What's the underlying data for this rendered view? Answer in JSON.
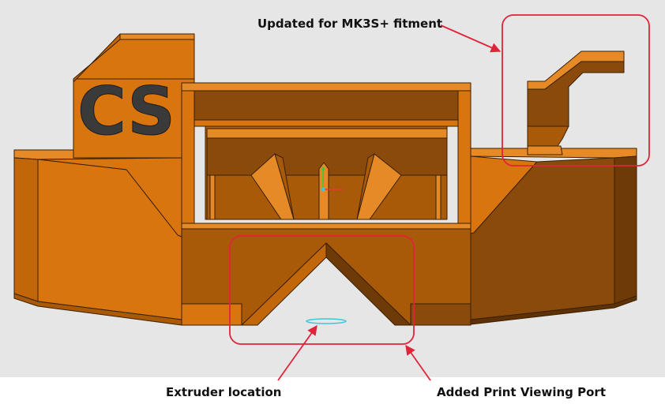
{
  "background_color": "#e6e6e6",
  "part": {
    "emboss_text": "CS",
    "colors": {
      "orange": "#d9750f",
      "orange_light": "#e58a26",
      "orange_dark": "#a85a08",
      "brown": "#8a4a0c",
      "brown_dark": "#6e3a08",
      "edge": "#3b2000",
      "emboss": "#3a3a3a",
      "axis_green": "#2ecc40",
      "axis_red": "#e53935",
      "axis_cyan": "#3ec6e0"
    }
  },
  "annotations": {
    "highlight_color": "#e0243a",
    "top_right_label": "Updated for MK3S+ fitment",
    "extruder_label": "Extruder location",
    "port_label": "Added Print Viewing Port"
  }
}
